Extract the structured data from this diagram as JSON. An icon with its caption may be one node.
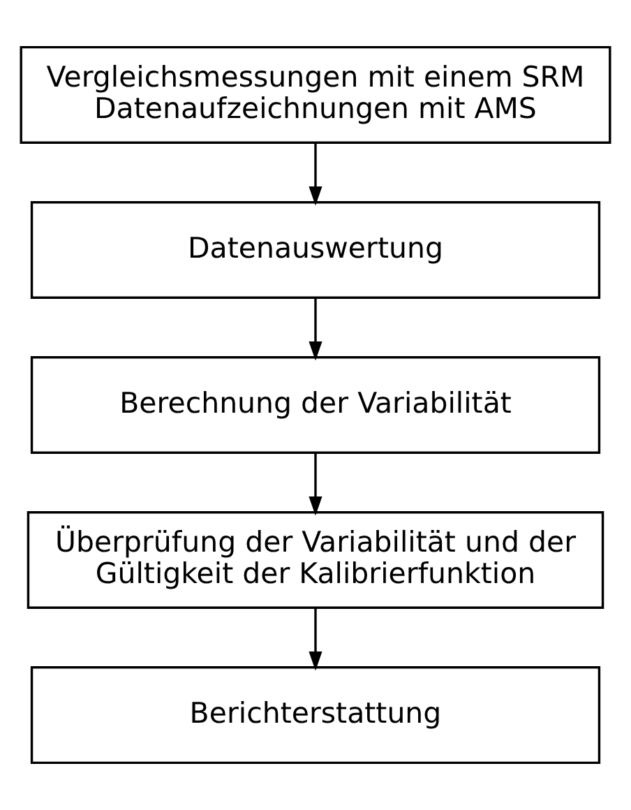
{
  "diagram": {
    "nodes": [
      {
        "text": [
          "Vergleichsmessungen mit einem SRM",
          "Datenaufzeichnungen mit AMS"
        ]
      },
      {
        "text": [
          "Datenauswertung"
        ]
      },
      {
        "text": [
          "Berechnung der Variabilität"
        ]
      },
      {
        "text": [
          "Überprüfung der Variabilität und der Gültigkeit der Kalibrierfunktion"
        ]
      },
      {
        "text": [
          "Berichterstattung"
        ]
      }
    ],
    "edges": [
      {
        "from": 0,
        "to": 1,
        "arrow": "to"
      },
      {
        "from": 1,
        "to": 2,
        "arrow": "to"
      },
      {
        "from": 2,
        "to": 3,
        "arrow": "to"
      },
      {
        "from": 3,
        "to": 4,
        "arrow": "to"
      }
    ]
  }
}
